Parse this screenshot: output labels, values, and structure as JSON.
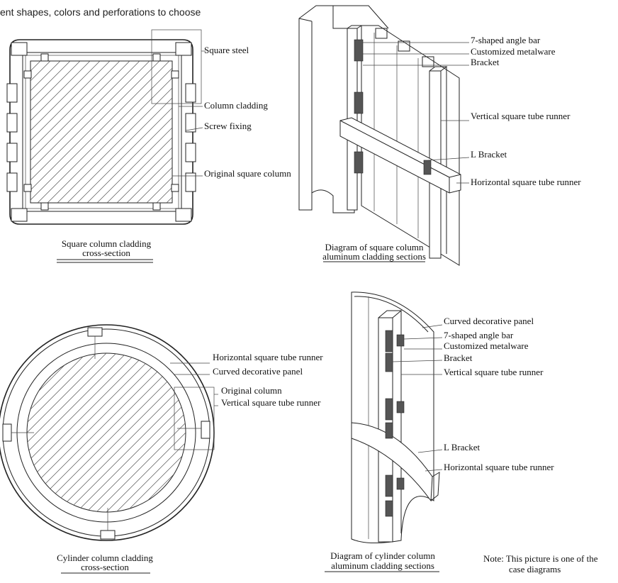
{
  "header": {
    "text": "ent shapes, colors and perforations to choose"
  },
  "square_cross_section": {
    "labels": {
      "square_steel": "Square steel",
      "column_cladding": "Column cladding",
      "screw_fixing": "Screw fixing",
      "original_square_column": "Original square column"
    },
    "caption": [
      "Square column cladding",
      "cross-section"
    ]
  },
  "square_3d_diagram": {
    "labels": {
      "angle_bar": "7-shaped angle bar",
      "metalware": "Customized metalware",
      "bracket": "Bracket",
      "vertical_runner": "Vertical square tube runner",
      "l_bracket": "L Bracket",
      "horizontal_runner": "Horizontal square tube runner"
    },
    "caption": [
      "Diagram of square column",
      "aluminum cladding sections"
    ]
  },
  "cylinder_cross_section": {
    "labels": {
      "horizontal_runner": "Horizontal square tube runner",
      "curved_panel": "Curved decorative panel",
      "original_column": "Original column",
      "vertical_runner": "Vertical square tube runner"
    },
    "caption": [
      "Cylinder column cladding",
      "cross-section"
    ]
  },
  "cylinder_3d_diagram": {
    "labels": {
      "curved_panel": "Curved decorative panel",
      "angle_bar": "7-shaped angle bar",
      "metalware": "Customized metalware",
      "bracket": "Bracket",
      "vertical_runner": "Vertical square tube runner",
      "l_bracket": "L Bracket",
      "horizontal_runner": "Horizontal square tube runner"
    },
    "caption": [
      "Diagram of cylinder column",
      "aluminum cladding sections"
    ]
  },
  "note": [
    "Note: This picture is one of the",
    "case diagrams"
  ]
}
